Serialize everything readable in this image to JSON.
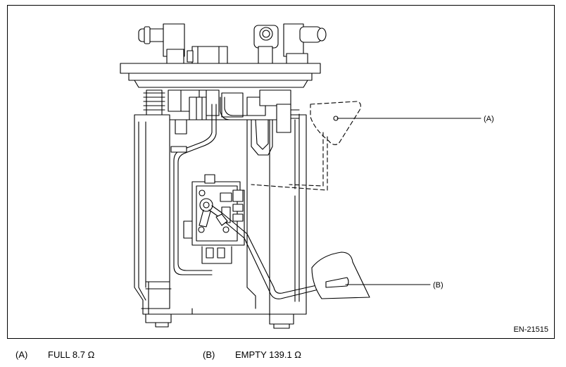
{
  "figure": {
    "id": "EN-21515",
    "callouts": {
      "a": "(A)",
      "b": "(B)"
    }
  },
  "legend": [
    {
      "tag": "(A)",
      "text": "FULL 8.7 Ω"
    },
    {
      "tag": "(B)",
      "text": "EMPTY 139.1 Ω"
    }
  ],
  "colors": {
    "line": "#000000",
    "background": "#ffffff"
  }
}
